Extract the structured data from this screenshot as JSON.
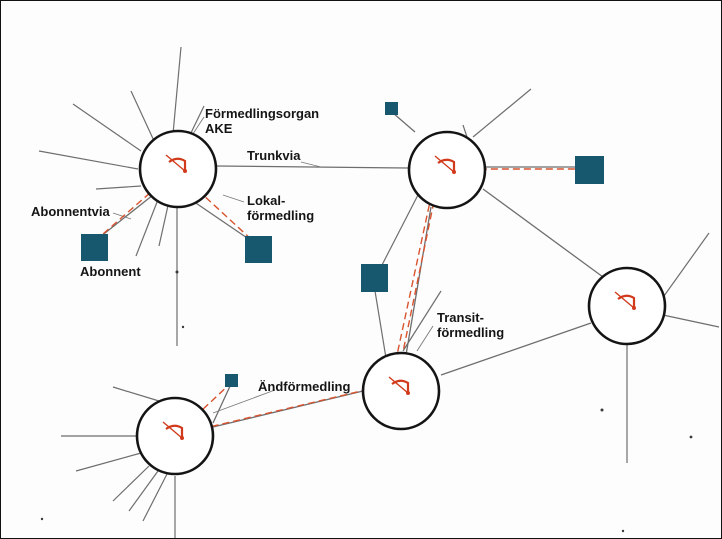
{
  "colors": {
    "line": "#6e6e6e",
    "node_stroke": "#141414",
    "node_fill": "#ffffff",
    "subscriber": "#17586e",
    "route": "#d8532f",
    "needle": "#d23a1c"
  },
  "labels": {
    "ake_line1": "Förmedlingsorgan",
    "ake_line2": "AKE",
    "trunk": "Trunkvia",
    "subscriber_line": "Abonnentvia",
    "subscriber": "Abonnent",
    "local_line1": "Lokal-",
    "local_line2": "förmedling",
    "transit_line1": "Transit-",
    "transit_line2": "förmedling",
    "end_exchange": "Ändförmedling"
  }
}
